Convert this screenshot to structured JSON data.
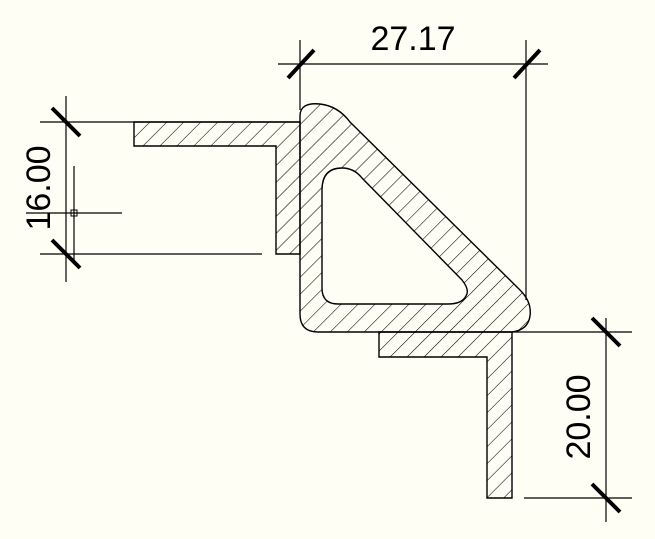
{
  "colors": {
    "background": "#fffef5",
    "line": "#000000"
  },
  "dimensions": {
    "top_width": "27.17",
    "left_height": "16.00",
    "right_height": "20.00"
  }
}
